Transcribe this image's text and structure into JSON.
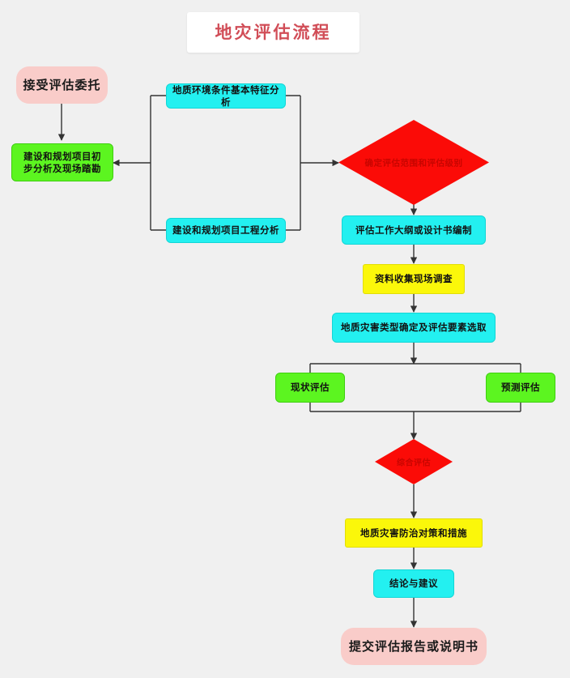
{
  "title": {
    "text": "地灾评估流程",
    "color": "#d14d57",
    "background": "#ffffff"
  },
  "colors": {
    "canvas_background": "#f0f0f0",
    "terminator_pink": "#f9ccc9",
    "process_green": "#5cf520",
    "process_cyan": "#23f0f0",
    "process_yellow": "#fbf70a",
    "decision_red": "#fb0b07",
    "connector_line": "#333333"
  },
  "nodes": {
    "accept_commission": {
      "label": "接受评估委托",
      "shape": "terminator",
      "color": "#f9ccc9"
    },
    "preliminary_analysis": {
      "label": "建设和规划项目初\n步分析及现场踏勘",
      "shape": "process",
      "color": "#5cf520"
    },
    "geo_environment": {
      "label": "地质环境条件基本特征分析",
      "shape": "process",
      "color": "#23f0f0"
    },
    "engineering_analysis": {
      "label": "建设和规划项目工程分析",
      "shape": "process",
      "color": "#23f0f0"
    },
    "scope_and_level": {
      "label": "确定评估范围和评估级别",
      "shape": "decision",
      "color": "#fb0b07"
    },
    "outline_design": {
      "label": "评估工作大纲或设计书编制",
      "shape": "process",
      "color": "#23f0f0"
    },
    "data_field_survey": {
      "label": "资料收集现场调查",
      "shape": "process",
      "color": "#fbf70a"
    },
    "hazard_type_factors": {
      "label": "地质灾害类型确定及评估要素选取",
      "shape": "process",
      "color": "#23f0f0"
    },
    "current_assessment": {
      "label": "现状评估",
      "shape": "process",
      "color": "#5cf520"
    },
    "forecast_assessment": {
      "label": "预测评估",
      "shape": "process",
      "color": "#5cf520"
    },
    "comprehensive_assessment": {
      "label": "综合评估",
      "shape": "decision",
      "color": "#fb0b07"
    },
    "prevention_measures": {
      "label": "地质灾害防治对策和措施",
      "shape": "process",
      "color": "#fbf70a"
    },
    "conclusion_suggestion": {
      "label": "结论与建议",
      "shape": "process",
      "color": "#23f0f0"
    },
    "submit_report": {
      "label": "提交评估报告或说明书",
      "shape": "terminator",
      "color": "#f9ccc9"
    }
  },
  "edges": [
    {
      "from": "accept_commission",
      "to": "preliminary_analysis",
      "kind": "vertical-arrow"
    },
    {
      "from": "preliminary_analysis",
      "to": "geo_environment",
      "kind": "bracket-right"
    },
    {
      "from": "preliminary_analysis",
      "to": "engineering_analysis",
      "kind": "bracket-right"
    },
    {
      "from": "geo_environment",
      "to": "scope_and_level",
      "kind": "bracket-left"
    },
    {
      "from": "engineering_analysis",
      "to": "scope_and_level",
      "kind": "bracket-left"
    },
    {
      "from": "scope_and_level",
      "to": "outline_design",
      "kind": "vertical-arrow"
    },
    {
      "from": "outline_design",
      "to": "data_field_survey",
      "kind": "vertical-arrow"
    },
    {
      "from": "data_field_survey",
      "to": "hazard_type_factors",
      "kind": "vertical-arrow"
    },
    {
      "from": "hazard_type_factors",
      "to": "current_assessment",
      "kind": "split"
    },
    {
      "from": "hazard_type_factors",
      "to": "forecast_assessment",
      "kind": "split"
    },
    {
      "from": "current_assessment",
      "to": "comprehensive_assessment",
      "kind": "merge"
    },
    {
      "from": "forecast_assessment",
      "to": "comprehensive_assessment",
      "kind": "merge"
    },
    {
      "from": "comprehensive_assessment",
      "to": "prevention_measures",
      "kind": "vertical-arrow"
    },
    {
      "from": "prevention_measures",
      "to": "conclusion_suggestion",
      "kind": "vertical-arrow"
    },
    {
      "from": "conclusion_suggestion",
      "to": "submit_report",
      "kind": "vertical-arrow"
    }
  ]
}
